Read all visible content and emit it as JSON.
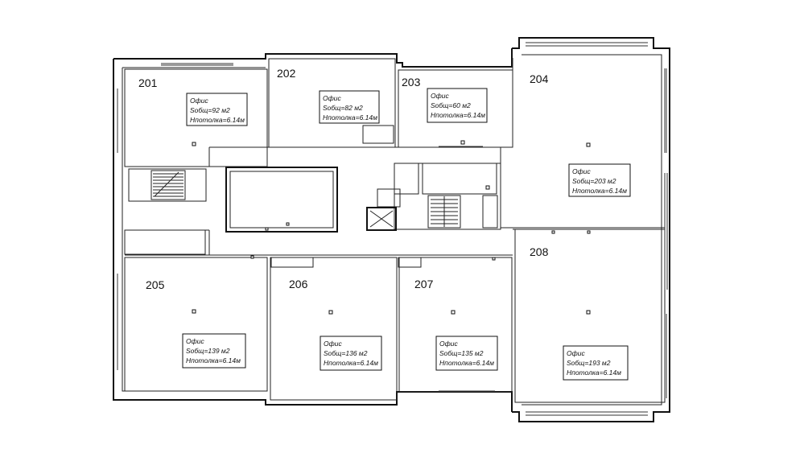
{
  "rooms": [
    {
      "number": "201",
      "type": "Офис",
      "area": "Sобщ=92  м2",
      "height": "Нпотолка=6.14м"
    },
    {
      "number": "202",
      "type": "Офис",
      "area": "Sобщ=82  м2",
      "height": "Нпотолка=6.14м"
    },
    {
      "number": "203",
      "type": "Офис",
      "area": "Sобщ=60  м2",
      "height": "Нпотолка=6.14м"
    },
    {
      "number": "204",
      "type": "Офис",
      "area": "Sобщ=203 м2",
      "height": "Нпотолка=6.14м"
    },
    {
      "number": "205",
      "type": "Офис",
      "area": "Sобщ=139 м2",
      "height": "Нпотолка=6.14м"
    },
    {
      "number": "206",
      "type": "Офис",
      "area": "Sобщ=136 м2",
      "height": "Нпотолка=6.14м"
    },
    {
      "number": "207",
      "type": "Офис",
      "area": "Sобщ=135 м2",
      "height": "Нпотолка=6.14м"
    },
    {
      "number": "208",
      "type": "Офис",
      "area": "Sобщ=193 м2",
      "height": "Нпотолка=6.14м"
    }
  ]
}
